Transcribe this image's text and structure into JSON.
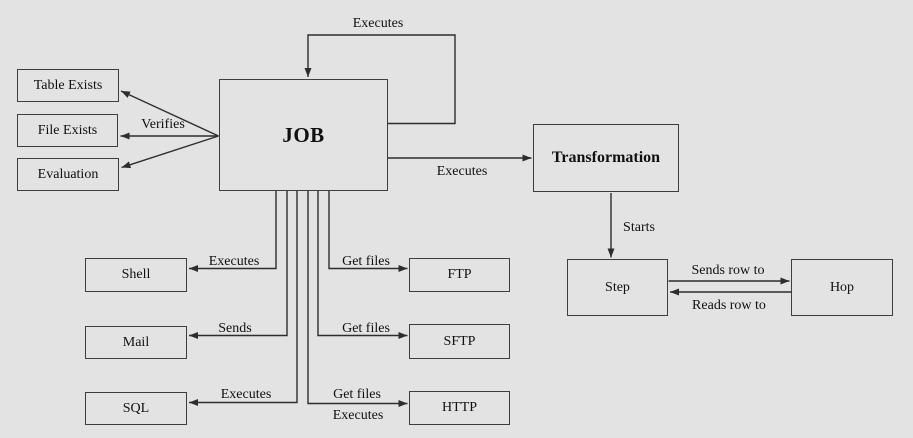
{
  "diagram": {
    "description": "Entity relation diagram of a JOB and its related components",
    "colors": {
      "background": "#e3e3e3",
      "box_border": "#3e3e3e",
      "line": "#2d2d2d",
      "text": "#101010"
    },
    "nodes": {
      "job": {
        "label": "JOB"
      },
      "transformation": {
        "label": "Transformation"
      },
      "table_exists": {
        "label": "Table Exists"
      },
      "file_exists": {
        "label": "File Exists"
      },
      "evaluation": {
        "label": "Evaluation"
      },
      "shell": {
        "label": "Shell"
      },
      "mail": {
        "label": "Mail"
      },
      "sql": {
        "label": "SQL"
      },
      "ftp": {
        "label": "FTP"
      },
      "sftp": {
        "label": "SFTP"
      },
      "http": {
        "label": "HTTP"
      },
      "step": {
        "label": "Step"
      },
      "hop": {
        "label": "Hop"
      }
    },
    "edges": {
      "self_loop": {
        "from": "job",
        "to": "job",
        "label": "Executes"
      },
      "verifies": {
        "from": "job",
        "to": "table_exists / file_exists / evaluation",
        "label": "Verifies"
      },
      "to_transformation": {
        "from": "job",
        "to": "transformation",
        "label": "Executes"
      },
      "to_shell": {
        "from": "job",
        "to": "shell",
        "label": "Executes"
      },
      "to_mail": {
        "from": "job",
        "to": "mail",
        "label": "Sends"
      },
      "to_sql": {
        "from": "job",
        "to": "sql",
        "label": "Executes"
      },
      "to_ftp": {
        "from": "job",
        "to": "ftp",
        "label": "Get files"
      },
      "to_sftp": {
        "from": "job",
        "to": "sftp",
        "label": "Get files"
      },
      "to_http": {
        "from": "job",
        "to": "http",
        "label_top": "Get files",
        "label_bottom": "Executes"
      },
      "starts": {
        "from": "transformation",
        "to": "step",
        "label": "Starts"
      },
      "sends_row": {
        "from": "step",
        "to": "hop",
        "label": "Sends row to"
      },
      "reads_row": {
        "from": "hop",
        "to": "step",
        "label": "Reads row to"
      }
    }
  }
}
